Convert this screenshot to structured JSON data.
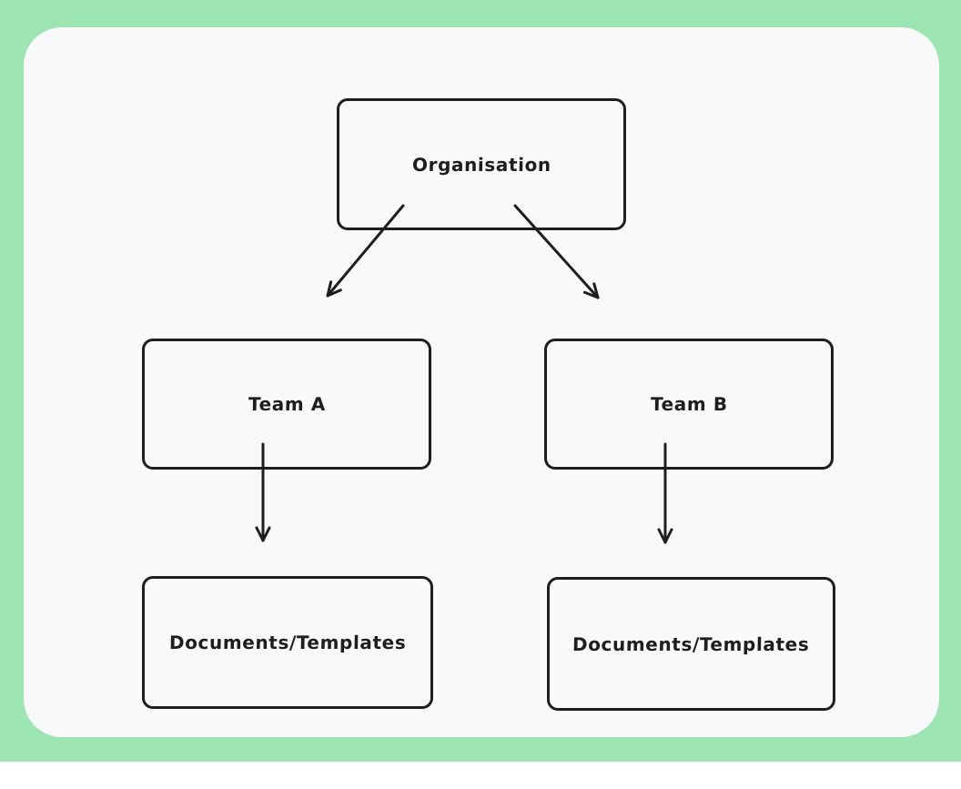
{
  "canvas": {
    "frame_color": "#9ce5b2",
    "surface_color": "#f8f9fa",
    "stroke_color": "#1e1e1e"
  },
  "diagram": {
    "nodes": [
      {
        "id": "organisation",
        "label": "Organisation"
      },
      {
        "id": "team-a",
        "label": "Team A"
      },
      {
        "id": "team-b",
        "label": "Team B"
      },
      {
        "id": "docs-a",
        "label": "Documents/Templates"
      },
      {
        "id": "docs-b",
        "label": "Documents/Templates"
      }
    ],
    "edges": [
      {
        "from": "organisation",
        "to": "team-a"
      },
      {
        "from": "organisation",
        "to": "team-b"
      },
      {
        "from": "team-a",
        "to": "docs-a"
      },
      {
        "from": "team-b",
        "to": "docs-b"
      }
    ]
  }
}
